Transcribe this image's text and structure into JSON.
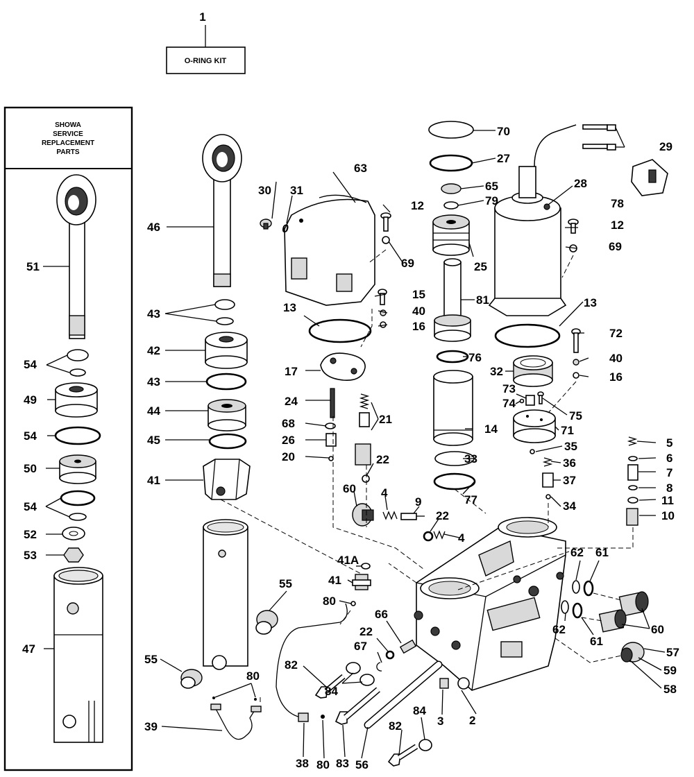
{
  "kit": {
    "number": "1",
    "label": "O-RING KIT"
  },
  "showa_box": {
    "title_lines": [
      "SHOWA",
      "SERVICE",
      "REPLACEMENT",
      "PARTS"
    ]
  },
  "callouts": {
    "c1": "1",
    "c2": "2",
    "c3": "3",
    "c4a": "4",
    "c4b": "4",
    "c5": "5",
    "c6": "6",
    "c7": "7",
    "c8": "8",
    "c9": "9",
    "c10": "10",
    "c11": "11",
    "c12a": "12",
    "c12b": "12",
    "c13a": "13",
    "c13b": "13",
    "c14": "14",
    "c15": "15",
    "c16a": "16",
    "c16b": "16",
    "c17": "17",
    "c20": "20",
    "c21": "21",
    "c22a": "22",
    "c22b": "22",
    "c22c": "22",
    "c24": "24",
    "c25": "25",
    "c26": "26",
    "c27": "27",
    "c28": "28",
    "c29": "29",
    "c30": "30",
    "c31": "31",
    "c32": "32",
    "c33": "33",
    "c34": "34",
    "c35": "35",
    "c36": "36",
    "c37": "37",
    "c38": "38",
    "c39": "39",
    "c40a": "40",
    "c40b": "40",
    "c41a": "41",
    "c41b": "41",
    "c41A": "41A",
    "c42": "42",
    "c43a": "43",
    "c43b": "43",
    "c44": "44",
    "c45": "45",
    "c46": "46",
    "c47": "47",
    "c49": "49",
    "c50": "50",
    "c51": "51",
    "c52": "52",
    "c53": "53",
    "c54a": "54",
    "c54b": "54",
    "c54c": "54",
    "c55a": "55",
    "c55b": "55",
    "c56": "56",
    "c57": "57",
    "c58": "58",
    "c59": "59",
    "c60a": "60",
    "c60b": "60",
    "c61a": "61",
    "c61b": "61",
    "c62a": "62",
    "c62b": "62",
    "c63": "63",
    "c65": "65",
    "c66": "66",
    "c67": "67",
    "c68": "68",
    "c69a": "69",
    "c69b": "69",
    "c70": "70",
    "c71": "71",
    "c72": "72",
    "c73": "73",
    "c74": "74",
    "c75": "75",
    "c76": "76",
    "c77": "77",
    "c78": "78",
    "c79": "79",
    "c80a": "80",
    "c80b": "80",
    "c80c": "80",
    "c81": "81",
    "c82a": "82",
    "c82b": "82",
    "c83": "83",
    "c84a": "84",
    "c84b": "84"
  }
}
